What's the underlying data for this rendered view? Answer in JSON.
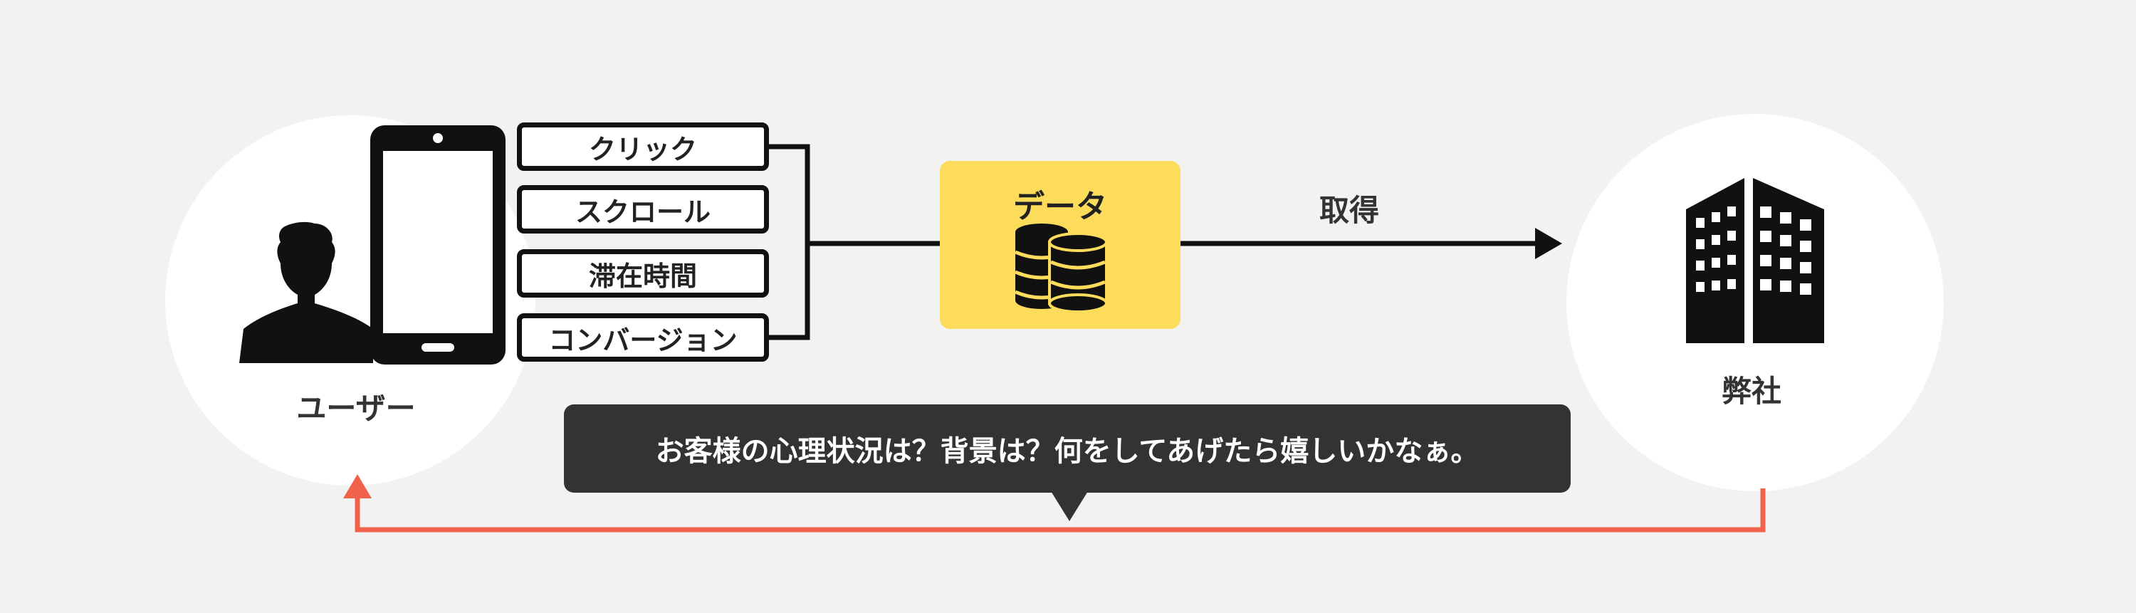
{
  "user": {
    "label": "ユーザー"
  },
  "actions": [
    {
      "label": "クリック"
    },
    {
      "label": "スクロール"
    },
    {
      "label": "滞在時間"
    },
    {
      "label": "コンバージョン"
    }
  ],
  "data_box": {
    "label": "データ",
    "icon": "database-icon"
  },
  "arrow": {
    "label": "取得"
  },
  "company": {
    "label": "弊社",
    "icon": "building-icon"
  },
  "bubble": {
    "text": "お客様の心理状況は？背景は？何をしてあげたら嬉しいかなぁ。"
  },
  "colors": {
    "background": "#f2f2f2",
    "data_box": "#fddc5c",
    "feedback_arrow": "#f0634a",
    "bubble": "#333333",
    "outline": "#111111"
  }
}
